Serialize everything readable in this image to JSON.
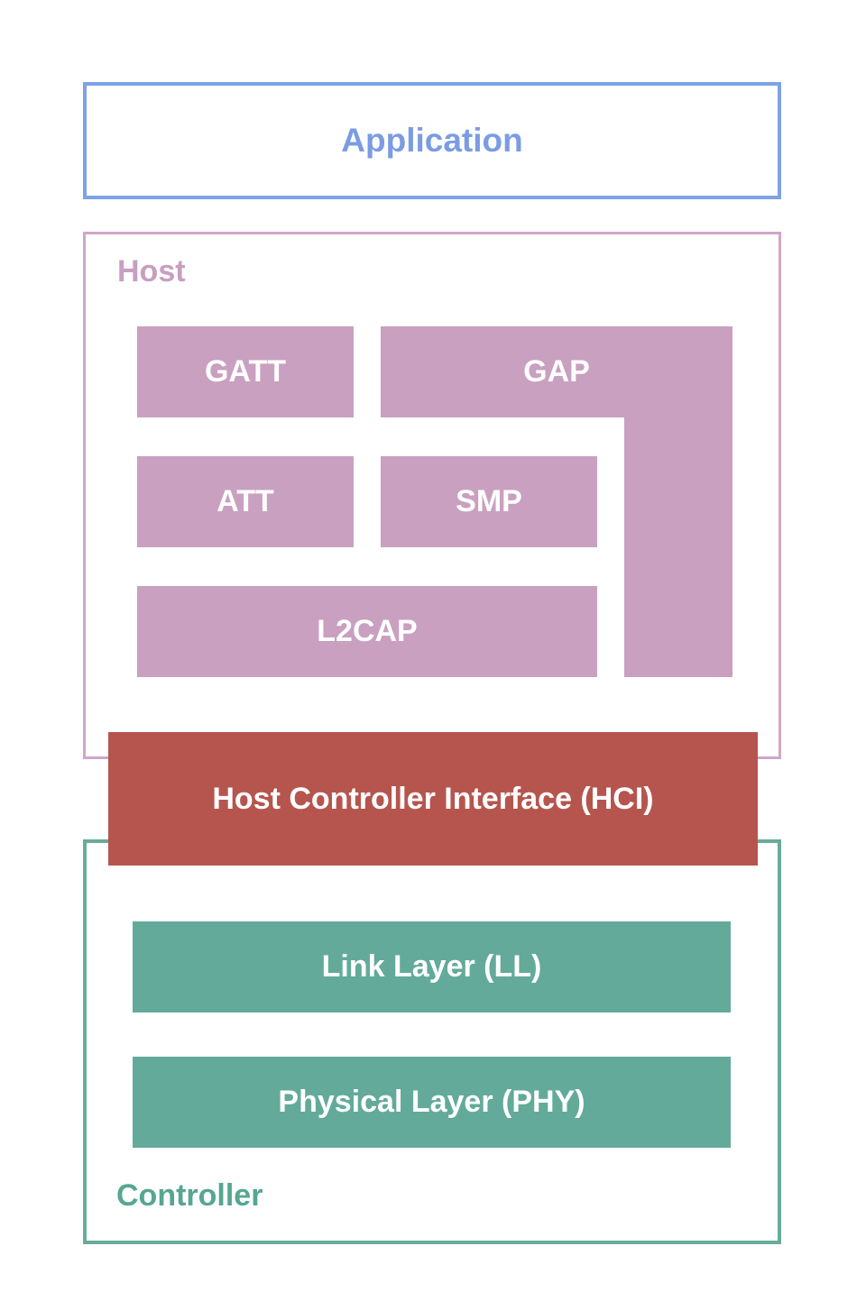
{
  "diagram": {
    "application": {
      "label": "Application"
    },
    "host": {
      "label": "Host",
      "blocks": {
        "gatt": "GATT",
        "gap": "GAP",
        "att": "ATT",
        "smp": "SMP",
        "l2cap": "L2CAP"
      }
    },
    "hci": {
      "label": "Host Controller Interface (HCI)"
    },
    "controller": {
      "label": "Controller",
      "blocks": {
        "link_layer": "Link Layer (LL)",
        "physical_layer": "Physical Layer (PHY)"
      }
    }
  },
  "colors": {
    "blue-border": "#7da2e6",
    "blue-text": "#7b9ce2",
    "pink-border": "#cfa7c8",
    "pink-label": "#c79fc0",
    "mauve-fill": "#c9a0c0",
    "red-fill": "#b6554e",
    "teal-fill": "#63aa9b",
    "teal-border": "#68ab9d",
    "teal-label": "#56a693",
    "block-text": "#ffffff"
  }
}
